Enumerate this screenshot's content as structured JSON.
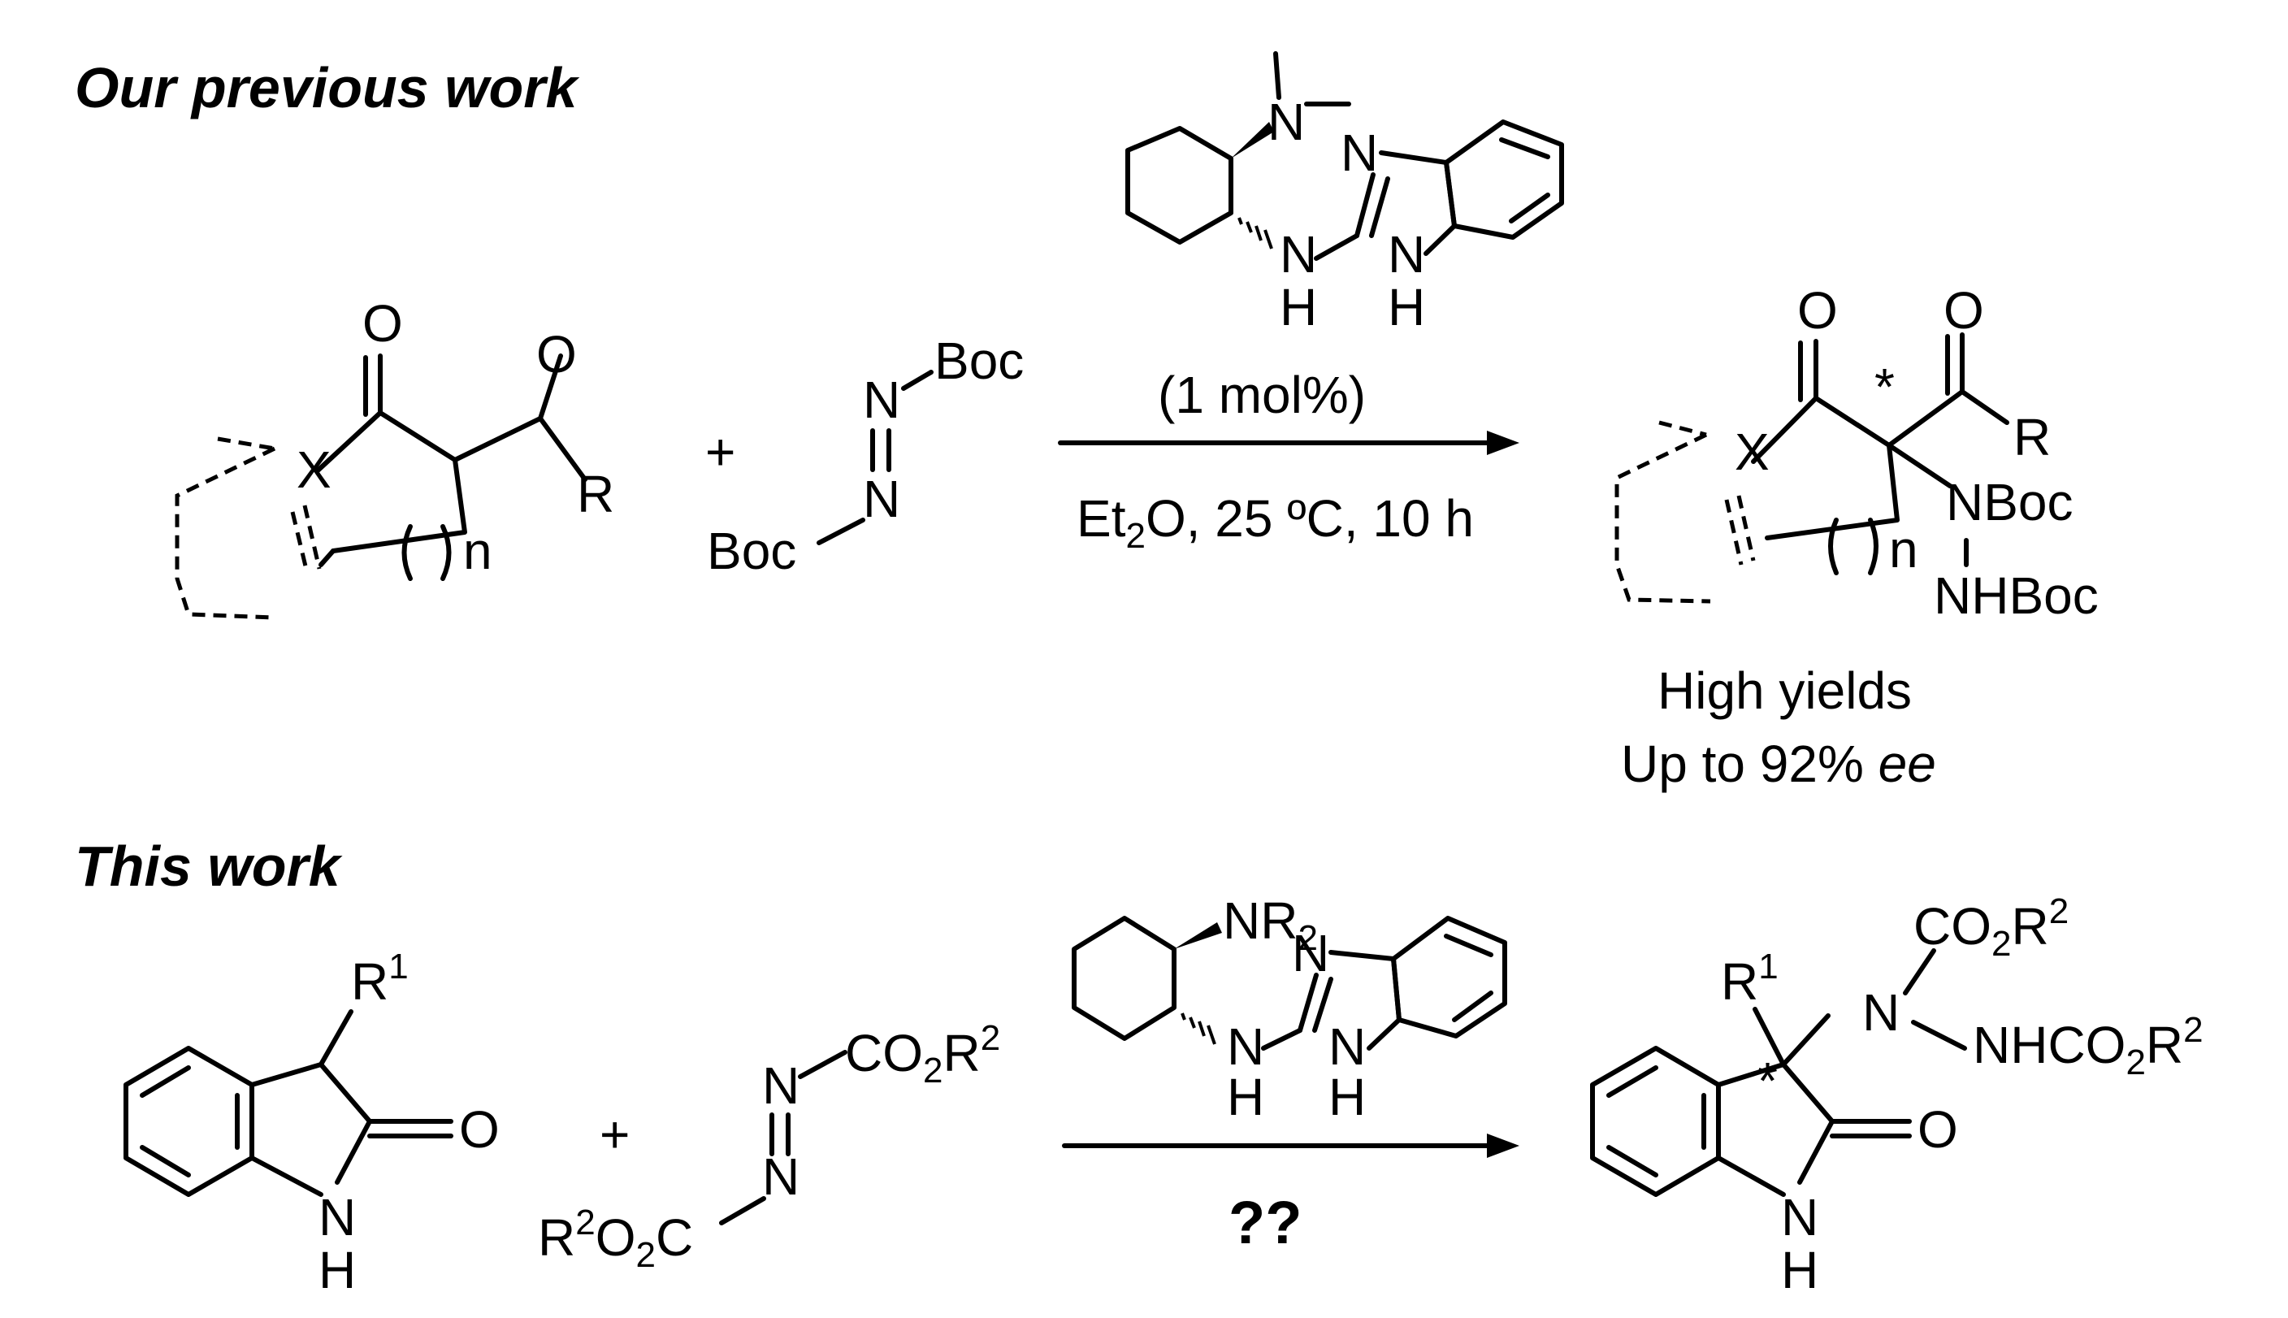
{
  "sections": {
    "previous": {
      "title": "Our previous work"
    },
    "current": {
      "title": "This work"
    }
  },
  "previous": {
    "catalyst_loading": "(1 mol%)",
    "conditions": "Et2O, 25 ºC, 10 h",
    "plus": "+",
    "stereo_star": "*",
    "outcome": {
      "line1": "High yields",
      "line2_prefix": "Up to 92% ",
      "line2_italic": "ee"
    },
    "atoms": {
      "O": "O",
      "X": "X",
      "R": "R",
      "n": "n",
      "N": "N",
      "Boc": "Boc",
      "H": "H",
      "NBoc": "NBoc",
      "NHBoc": "NHBoc"
    }
  },
  "current": {
    "plus": "+",
    "conditions": "??",
    "stereo_star": "*",
    "atoms": {
      "R1": "R",
      "sup1": "1",
      "O": "O",
      "N": "N",
      "H": "H",
      "NH": "NH",
      "R2_cat": "NR",
      "sub2": "2",
      "CO2R2": "CO",
      "R2": "R",
      "NHCO2R2": "NHCO"
    }
  }
}
